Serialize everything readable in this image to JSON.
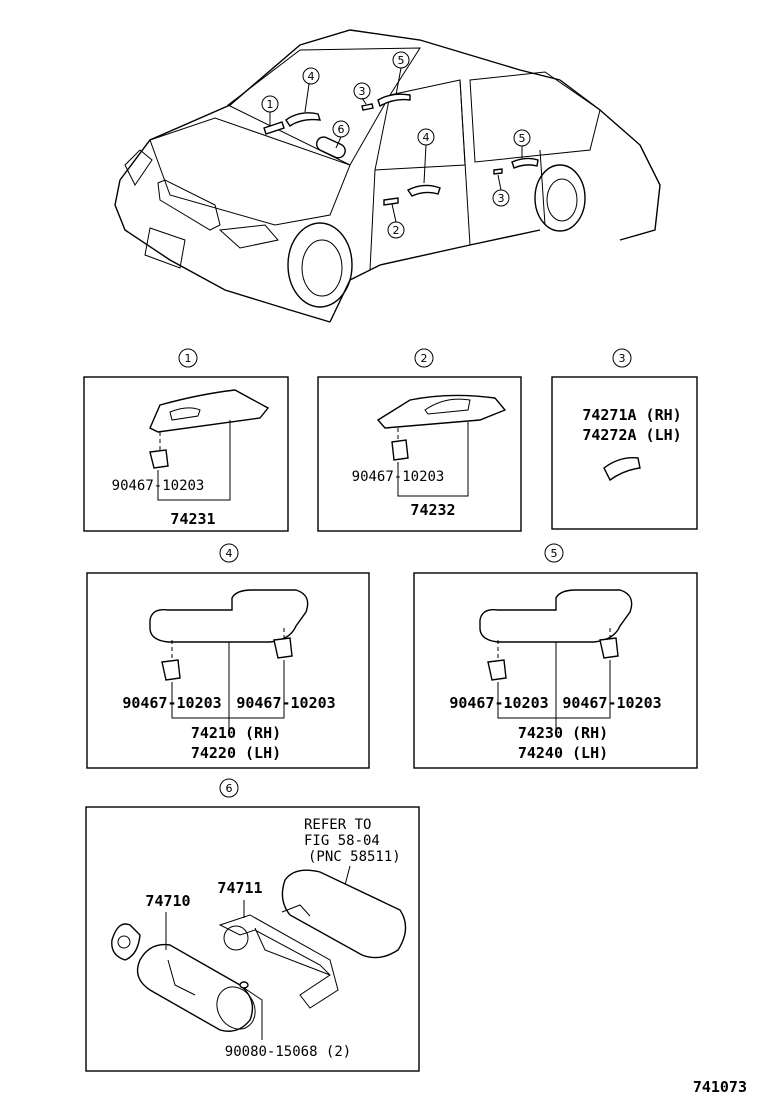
{
  "figure_id": "741073",
  "callouts": [
    "1",
    "2",
    "3",
    "4",
    "5",
    "6"
  ],
  "panel1": {
    "clip": "90467-10203",
    "part": "74231"
  },
  "panel2": {
    "clip": "90467-10203",
    "part": "74232"
  },
  "panel3": {
    "part_rh": "74271A (RH)",
    "part_lh": "74272A (LH)"
  },
  "panel4": {
    "clip_left": "90467-10203",
    "clip_right": "90467-10203",
    "part_rh": "74210 (RH)",
    "part_lh": "74220 (LH)"
  },
  "panel5": {
    "clip_left": "90467-10203",
    "clip_right": "90467-10203",
    "part_rh": "74230 (RH)",
    "part_lh": "74240 (LH)"
  },
  "panel6": {
    "note_line1": "REFER TO",
    "note_line2": "FIG 58-04",
    "note_line3": "(PNC 58511)",
    "part_extinguisher": "74710",
    "part_bracket": "74711",
    "screw": "90080-15068 (2)"
  }
}
